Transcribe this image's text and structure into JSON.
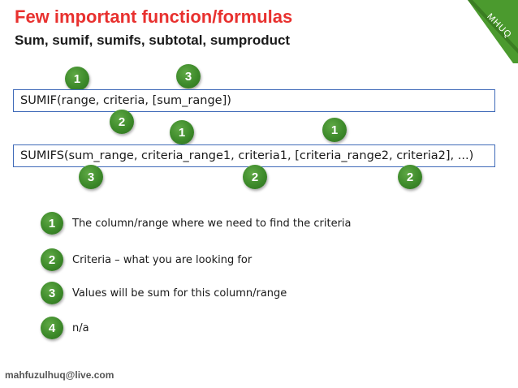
{
  "title": "Few important function/formulas",
  "subtitle": "Sum, sumif, sumifs, subtotal, sumproduct",
  "corner_label": "MHUQ",
  "colors": {
    "title": "#e8312f",
    "badge": "#3d8a2a",
    "box_border": "#3f6ab8",
    "corner": "#4b9a2e"
  },
  "sumif": {
    "formula": "SUMIF(range, criteria, [sum_range])",
    "badges": [
      "1",
      "3",
      "2"
    ]
  },
  "sumifs": {
    "formula": "SUMIFS(sum_range, criteria_range1, criteria1, [criteria_range2, criteria2], ...)",
    "badges": [
      "1",
      "1",
      "3",
      "2",
      "2"
    ]
  },
  "legend": [
    {
      "num": "1",
      "text": "The column/range where we need to find the criteria"
    },
    {
      "num": "2",
      "text": "Criteria – what you are looking for"
    },
    {
      "num": "3",
      "text": "Values will be sum for this column/range"
    },
    {
      "num": "4",
      "text": "n/a"
    }
  ],
  "footer": "mahfuzulhuq@live.com"
}
